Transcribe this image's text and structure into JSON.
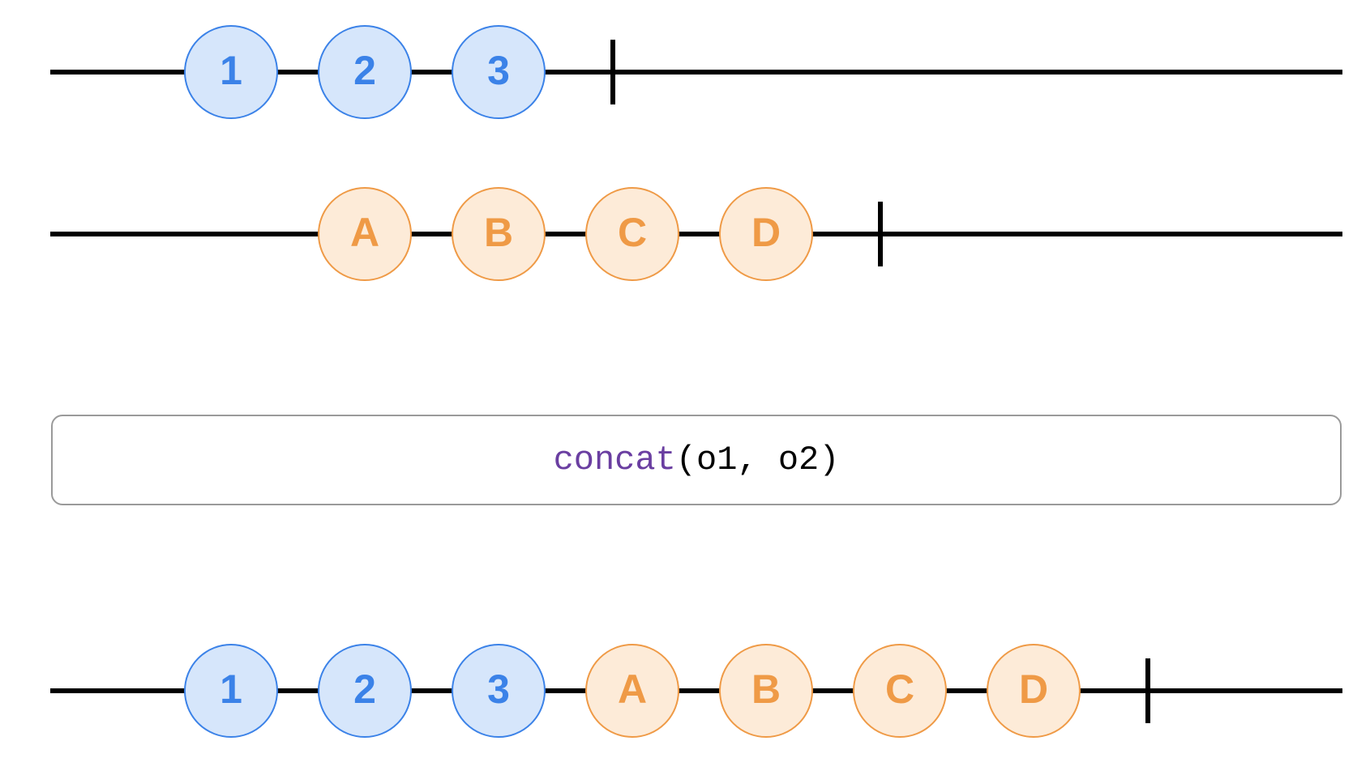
{
  "colors": {
    "line": "#000000",
    "blue_fill": "#d6e6fb",
    "blue_stroke": "#3b82e8",
    "blue_text": "#3b82e8",
    "orange_fill": "#fdebd8",
    "orange_stroke": "#ef9a46",
    "orange_text": "#ef9a46",
    "operator_name": "#6a3ea1"
  },
  "operator": {
    "name": "concat",
    "args": "(o1, o2)"
  },
  "timelines": [
    {
      "id": "source-o1",
      "marbles": [
        {
          "label": "1",
          "color": "blue"
        },
        {
          "label": "2",
          "color": "blue"
        },
        {
          "label": "3",
          "color": "blue"
        }
      ],
      "completes": true
    },
    {
      "id": "source-o2",
      "marbles": [
        {
          "label": "A",
          "color": "orange"
        },
        {
          "label": "B",
          "color": "orange"
        },
        {
          "label": "C",
          "color": "orange"
        },
        {
          "label": "D",
          "color": "orange"
        }
      ],
      "completes": true
    },
    {
      "id": "output",
      "marbles": [
        {
          "label": "1",
          "color": "blue"
        },
        {
          "label": "2",
          "color": "blue"
        },
        {
          "label": "3",
          "color": "blue"
        },
        {
          "label": "A",
          "color": "orange"
        },
        {
          "label": "B",
          "color": "orange"
        },
        {
          "label": "C",
          "color": "orange"
        },
        {
          "label": "D",
          "color": "orange"
        }
      ],
      "completes": true
    }
  ]
}
